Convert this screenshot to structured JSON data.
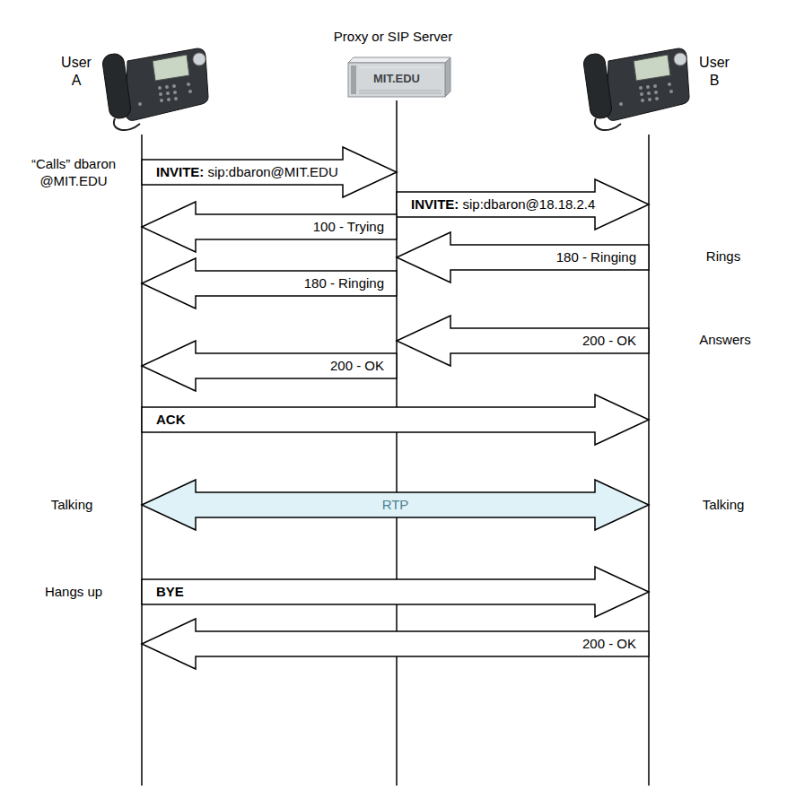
{
  "diagram": {
    "nodes": [
      {
        "text": [
          "User A"
        ]
      },
      {
        "text": [
          "Proxy or SIP Server"
        ]
      },
      {
        "text": [
          "User B"
        ]
      }
    ],
    "edges": [
      {
        "from": 0,
        "to": 1,
        "arrow": "to",
        "label": "INVITE: sip:dbaron@MIT.EDU"
      },
      {
        "from": 1,
        "to": 2,
        "arrow": "to",
        "label": "INVITE: sip:dbaron@18.18.2.4"
      },
      {
        "from": 1,
        "to": 0,
        "arrow": "to",
        "label": "100 - Trying"
      },
      {
        "from": 2,
        "to": 1,
        "arrow": "to",
        "label": "180 - Ringing"
      },
      {
        "from": 1,
        "to": 0,
        "arrow": "to",
        "label": "180 - Ringing"
      },
      {
        "from": 2,
        "to": 1,
        "arrow": "to",
        "label": "200 - OK"
      },
      {
        "from": 1,
        "to": 0,
        "arrow": "to",
        "label": "200 - OK"
      },
      {
        "from": 0,
        "to": 2,
        "arrow": "to",
        "label": "ACK"
      },
      {
        "from": 0,
        "to": 2,
        "arrow": "both",
        "label": "RTP"
      },
      {
        "from": 0,
        "to": 2,
        "arrow": "to",
        "label": "BYE"
      },
      {
        "from": 2,
        "to": 0,
        "arrow": "to",
        "label": "200 - OK"
      }
    ],
    "labels": [
      "MIT.EDU",
      "“Calls” dbaron @MIT.EDU",
      "Rings",
      "Answers",
      "Talking",
      "Talking",
      "Hangs up"
    ]
  }
}
